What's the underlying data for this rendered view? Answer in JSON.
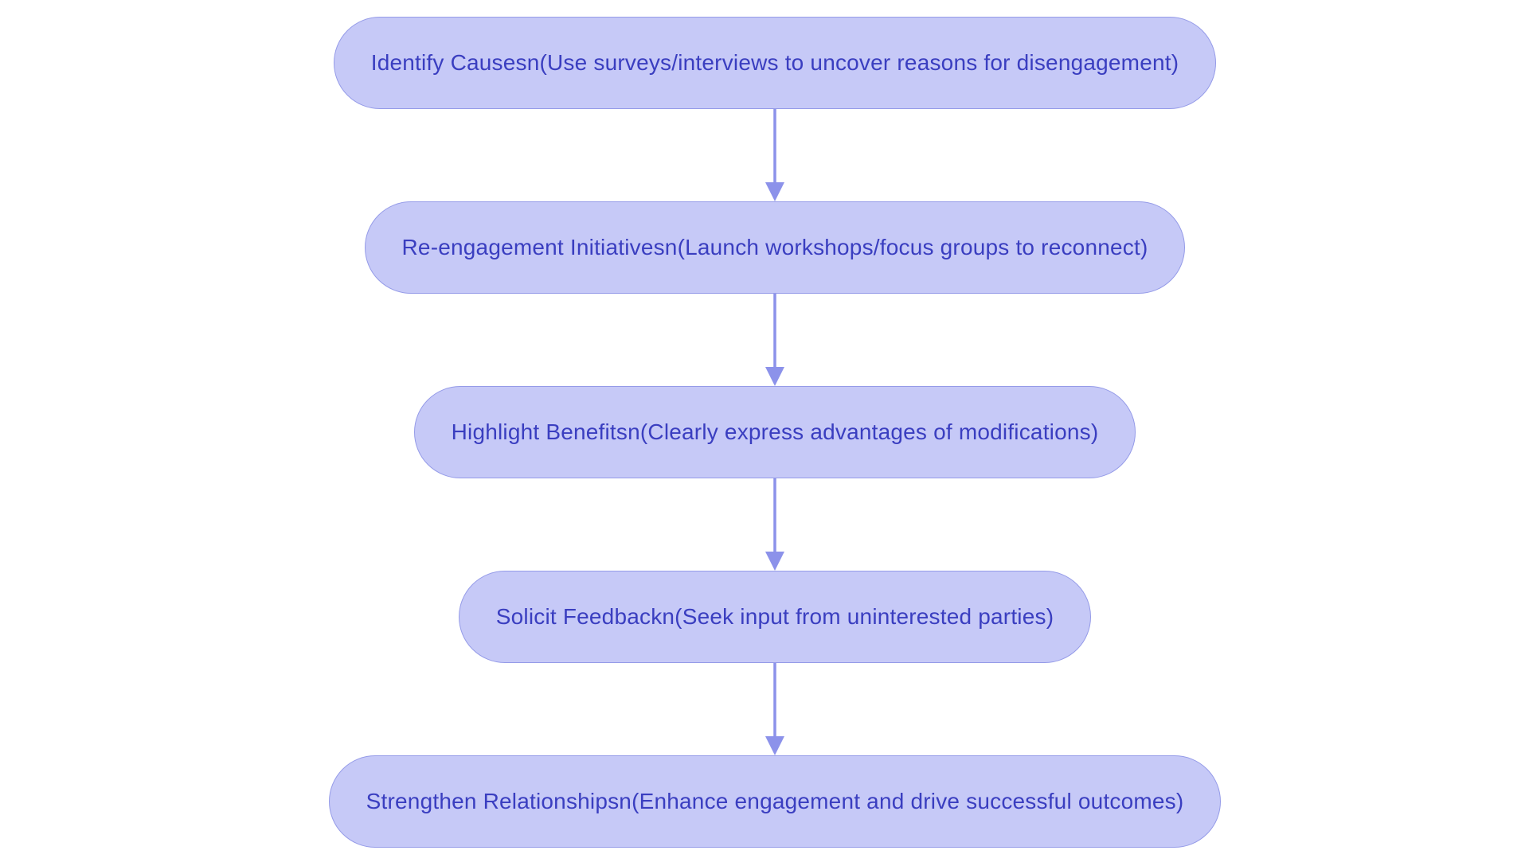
{
  "colors": {
    "node_fill": "#c6c9f7",
    "node_border": "#959be8",
    "node_text": "#3a3ec0",
    "arrow": "#8c92ea",
    "canvas_bg": "#ffffff"
  },
  "flowchart": {
    "type": "flowchart",
    "direction": "top-down",
    "steps": [
      {
        "id": "identify-causes",
        "label": "Identify Causesn(Use surveys/interviews to uncover reasons for disengagement)"
      },
      {
        "id": "re-engagement-initiatives",
        "label": "Re-engagement Initiativesn(Launch workshops/focus groups to reconnect)"
      },
      {
        "id": "highlight-benefits",
        "label": "Highlight Benefitsn(Clearly express advantages of modifications)"
      },
      {
        "id": "solicit-feedback",
        "label": "Solicit Feedbackn(Seek input from uninterested parties)"
      },
      {
        "id": "strengthen-relationships",
        "label": "Strengthen Relationshipsn(Enhance engagement and drive successful outcomes)"
      }
    ],
    "connections": [
      {
        "from": 0,
        "to": 1
      },
      {
        "from": 1,
        "to": 2
      },
      {
        "from": 2,
        "to": 3
      },
      {
        "from": 3,
        "to": 4
      }
    ]
  }
}
